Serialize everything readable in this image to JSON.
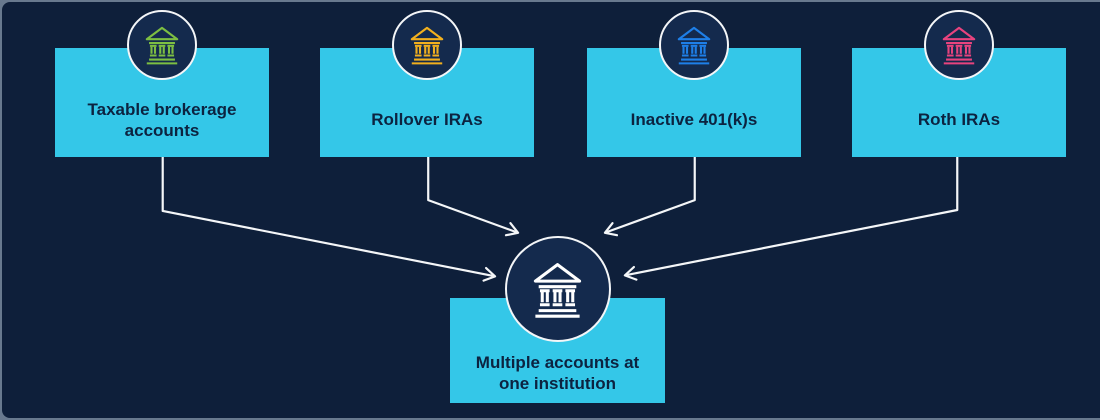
{
  "diagram": {
    "description": "Account consolidation diagram"
  },
  "source_nodes": [
    {
      "label": "Taxable brokerage accounts",
      "icon": "bank-icon",
      "icon_color": "#7DBF42"
    },
    {
      "label": "Rollover IRAs",
      "icon": "bank-icon",
      "icon_color": "#F2B01E"
    },
    {
      "label": "Inactive 401(k)s",
      "icon": "bank-icon",
      "icon_color": "#1E7FE8"
    },
    {
      "label": "Roth IRAs",
      "icon": "bank-icon",
      "icon_color": "#E8437E"
    }
  ],
  "target_node": {
    "label": "Multiple accounts at one institution",
    "icon": "bank-icon",
    "icon_color": "#FFFFFF"
  },
  "colors": {
    "background": "#0E1F3A",
    "box_fill": "#34C7E8",
    "box_text": "#0C2340",
    "circle_fill": "#142A4D",
    "circle_ring": "#F4F6F8",
    "arrow": "#F4F6F8"
  }
}
